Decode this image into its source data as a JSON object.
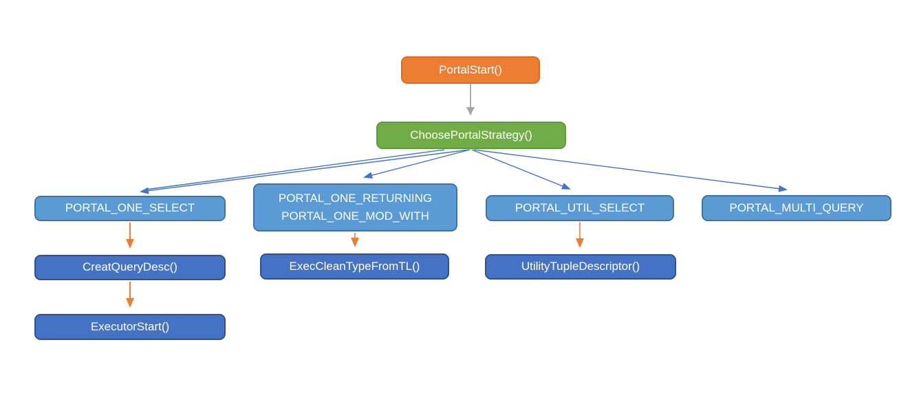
{
  "diagram": {
    "type": "flowchart",
    "nodes": {
      "portal_start": {
        "label": "PortalStart()"
      },
      "choose_portal_strategy": {
        "label": "ChoosePortalStrategy()"
      },
      "portal_one_select": {
        "label": "PORTAL_ONE_SELECT"
      },
      "portal_one_returning": {
        "label_line1": "PORTAL_ONE_RETURNING",
        "label_line2": "PORTAL_ONE_MOD_WITH"
      },
      "portal_util_select": {
        "label": "PORTAL_UTIL_SELECT"
      },
      "portal_multi_query": {
        "label": "PORTAL_MULTI_QUERY"
      },
      "creat_query_desc": {
        "label": "CreatQueryDesc()"
      },
      "exec_clean_type_from_tl": {
        "label": "ExecCleanTypeFromTL()"
      },
      "utility_tuple_descriptor": {
        "label": "UtilityTupleDescriptor()"
      },
      "executor_start": {
        "label": "ExecutorStart()"
      }
    },
    "edges": [
      {
        "from": "portal_start",
        "to": "choose_portal_strategy",
        "color": "gray"
      },
      {
        "from": "choose_portal_strategy",
        "to": "portal_one_select",
        "color": "blue"
      },
      {
        "from": "choose_portal_strategy",
        "to": "portal_one_returning",
        "color": "blue"
      },
      {
        "from": "choose_portal_strategy",
        "to": "portal_util_select",
        "color": "blue"
      },
      {
        "from": "choose_portal_strategy",
        "to": "portal_multi_query",
        "color": "blue"
      },
      {
        "from": "portal_one_select",
        "to": "creat_query_desc",
        "color": "orange"
      },
      {
        "from": "creat_query_desc",
        "to": "executor_start",
        "color": "orange"
      },
      {
        "from": "portal_one_returning",
        "to": "exec_clean_type_from_tl",
        "color": "orange"
      },
      {
        "from": "portal_util_select",
        "to": "utility_tuple_descriptor",
        "color": "orange"
      }
    ],
    "colors": {
      "orange_fill": "#ED7D31",
      "orange_border": "#D86B27",
      "green_fill": "#70AD47",
      "green_border": "#5F9A3B",
      "light_blue_fill": "#5B9BD5",
      "light_blue_border": "#41719C",
      "dark_blue_fill": "#4472C4",
      "dark_blue_border": "#2F528F",
      "connector_blue": "#4472C4",
      "connector_orange": "#ED7D31",
      "connector_gray": "#A6A6A6",
      "text": "#FFFFFF",
      "background": "#FFFFFF"
    }
  }
}
